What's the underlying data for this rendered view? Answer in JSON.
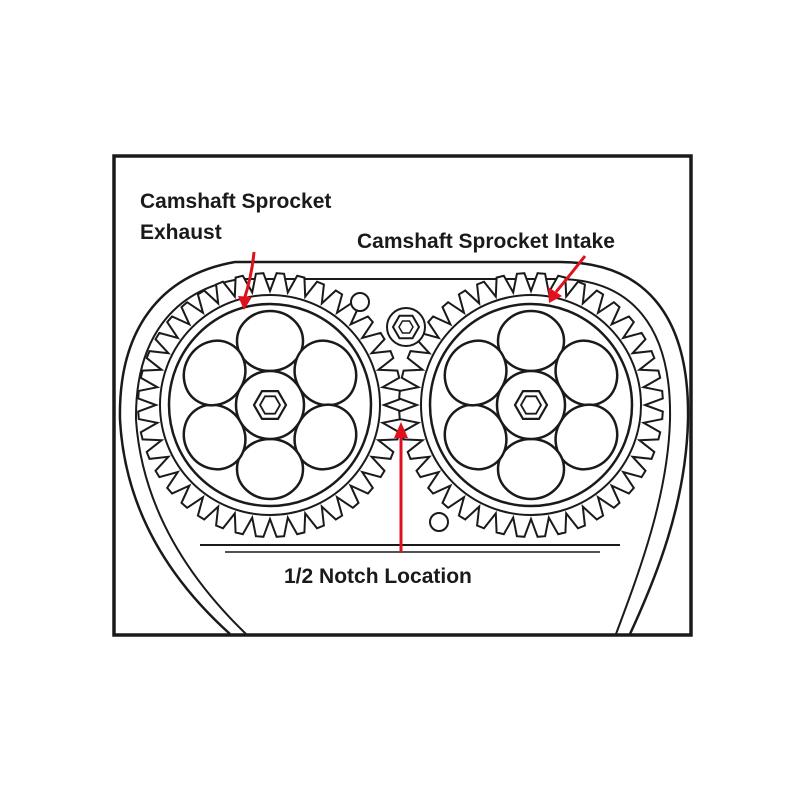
{
  "labels": {
    "exhaust_line1": "Camshaft Sprocket",
    "exhaust_line2": "Exhaust",
    "intake": "Camshaft Sprocket Intake",
    "notch": "1/2 Notch Location"
  },
  "colors": {
    "line": "#1a1a1a",
    "arrow": "#e0101e",
    "background": "#ffffff"
  },
  "sprockets": {
    "tooth_count": 40
  },
  "icons": [
    "hex-bolt-icon",
    "arrow-icon"
  ]
}
